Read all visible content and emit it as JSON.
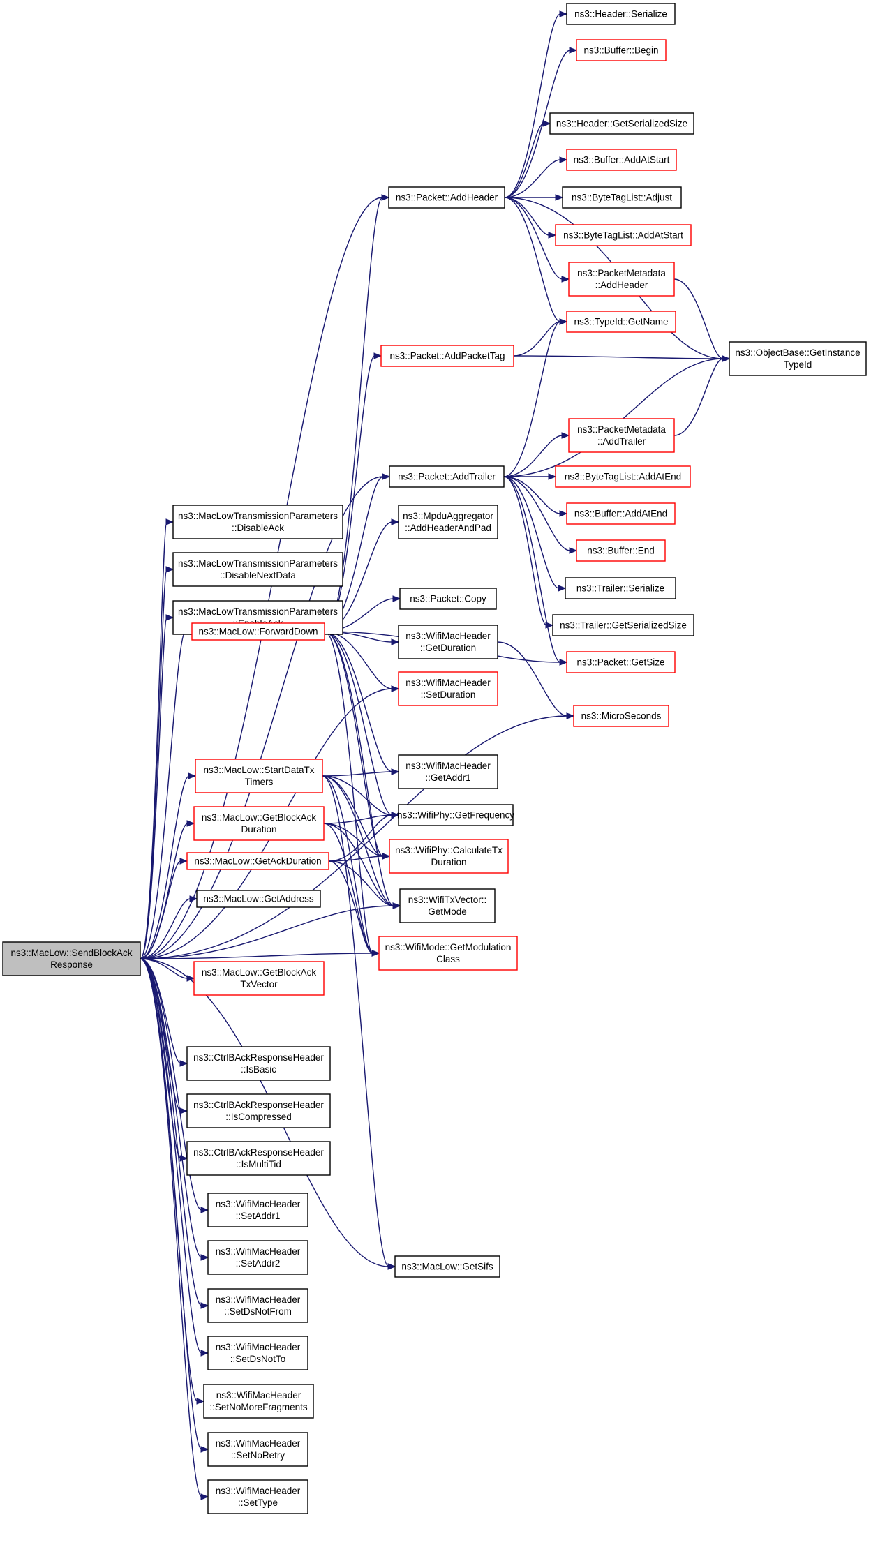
{
  "colors": {
    "edge": "#191970",
    "border_normal": "#000000",
    "border_truncated": "#ff0000",
    "root_fill": "#bfbfbf",
    "node_fill": "#ffffff"
  },
  "nodes": [
    {
      "id": "root",
      "lines": [
        "ns3::MacLow::SendBlockAck",
        "Response"
      ],
      "style": "root"
    },
    {
      "id": "hdr_serialize",
      "lines": [
        "ns3::Header::Serialize"
      ],
      "style": "normal"
    },
    {
      "id": "buf_begin",
      "lines": [
        "ns3::Buffer::Begin"
      ],
      "style": "red"
    },
    {
      "id": "hdr_getsize",
      "lines": [
        "ns3::Header::GetSerializedSize"
      ],
      "style": "normal"
    },
    {
      "id": "buf_addatstart",
      "lines": [
        "ns3::Buffer::AddAtStart"
      ],
      "style": "red"
    },
    {
      "id": "pkt_addheader",
      "lines": [
        "ns3::Packet::AddHeader"
      ],
      "style": "normal"
    },
    {
      "id": "btl_adjust",
      "lines": [
        "ns3::ByteTagList::Adjust"
      ],
      "style": "normal"
    },
    {
      "id": "btl_addatstart",
      "lines": [
        "ns3::ByteTagList::AddAtStart"
      ],
      "style": "red"
    },
    {
      "id": "pm_addheader",
      "lines": [
        "ns3::PacketMetadata",
        "::AddHeader"
      ],
      "style": "red"
    },
    {
      "id": "typeid_getname",
      "lines": [
        "ns3::TypeId::GetName"
      ],
      "style": "red"
    },
    {
      "id": "pkt_addpackettag",
      "lines": [
        "ns3::Packet::AddPacketTag"
      ],
      "style": "red"
    },
    {
      "id": "objbase_gettypeid",
      "lines": [
        "ns3::ObjectBase::GetInstance",
        "TypeId"
      ],
      "style": "normal"
    },
    {
      "id": "pm_addtrailer",
      "lines": [
        "ns3::PacketMetadata",
        "::AddTrailer"
      ],
      "style": "red"
    },
    {
      "id": "pkt_addtrailer",
      "lines": [
        "ns3::Packet::AddTrailer"
      ],
      "style": "normal"
    },
    {
      "id": "btl_addatend",
      "lines": [
        "ns3::ByteTagList::AddAtEnd"
      ],
      "style": "red"
    },
    {
      "id": "buf_addatend",
      "lines": [
        "ns3::Buffer::AddAtEnd"
      ],
      "style": "red"
    },
    {
      "id": "mltp_disableack",
      "lines": [
        "ns3::MacLowTransmissionParameters",
        "::DisableAck"
      ],
      "style": "normal"
    },
    {
      "id": "mpdu_addheaderandpad",
      "lines": [
        "ns3::MpduAggregator",
        "::AddHeaderAndPad"
      ],
      "style": "normal"
    },
    {
      "id": "buf_end",
      "lines": [
        "ns3::Buffer::End"
      ],
      "style": "red"
    },
    {
      "id": "mltp_disablenextdata",
      "lines": [
        "ns3::MacLowTransmissionParameters",
        "::DisableNextData"
      ],
      "style": "normal"
    },
    {
      "id": "trl_serialize",
      "lines": [
        "ns3::Trailer::Serialize"
      ],
      "style": "normal"
    },
    {
      "id": "pkt_copy",
      "lines": [
        "ns3::Packet::Copy"
      ],
      "style": "normal"
    },
    {
      "id": "mltp_enableack",
      "lines": [
        "ns3::MacLowTransmissionParameters",
        "::EnableAck"
      ],
      "style": "normal"
    },
    {
      "id": "trl_getsize",
      "lines": [
        "ns3::Trailer::GetSerializedSize"
      ],
      "style": "normal"
    },
    {
      "id": "wmh_getduration",
      "lines": [
        "ns3::WifiMacHeader",
        "::GetDuration"
      ],
      "style": "normal"
    },
    {
      "id": "ml_forwarddown",
      "lines": [
        "ns3::MacLow::ForwardDown"
      ],
      "style": "red"
    },
    {
      "id": "pkt_getsize",
      "lines": [
        "ns3::Packet::GetSize"
      ],
      "style": "red"
    },
    {
      "id": "wmh_setduration",
      "lines": [
        "ns3::WifiMacHeader",
        "::SetDuration"
      ],
      "style": "red"
    },
    {
      "id": "microseconds",
      "lines": [
        "ns3::MicroSeconds"
      ],
      "style": "red"
    },
    {
      "id": "ml_startdatatx",
      "lines": [
        "ns3::MacLow::StartDataTx",
        "Timers"
      ],
      "style": "red"
    },
    {
      "id": "wmh_getaddr1",
      "lines": [
        "ns3::WifiMacHeader",
        "::GetAddr1"
      ],
      "style": "normal"
    },
    {
      "id": "ml_getblockackdur",
      "lines": [
        "ns3::MacLow::GetBlockAck",
        "Duration"
      ],
      "style": "red"
    },
    {
      "id": "phy_getfreq",
      "lines": [
        "ns3::WifiPhy::GetFrequency"
      ],
      "style": "normal"
    },
    {
      "id": "ml_getackdur",
      "lines": [
        "ns3::MacLow::GetAckDuration"
      ],
      "style": "red"
    },
    {
      "id": "phy_calctxdur",
      "lines": [
        "ns3::WifiPhy::CalculateTx",
        "Duration"
      ],
      "style": "red"
    },
    {
      "id": "ml_getaddress",
      "lines": [
        "ns3::MacLow::GetAddress"
      ],
      "style": "normal"
    },
    {
      "id": "txv_getmode",
      "lines": [
        "ns3::WifiTxVector::",
        "GetMode"
      ],
      "style": "normal"
    },
    {
      "id": "wm_getmodclass",
      "lines": [
        "ns3::WifiMode::GetModulation",
        "Class"
      ],
      "style": "red"
    },
    {
      "id": "ml_getblockacktxv",
      "lines": [
        "ns3::MacLow::GetBlockAck",
        "TxVector"
      ],
      "style": "red"
    },
    {
      "id": "cbarh_isbasic",
      "lines": [
        "ns3::CtrlBAckResponseHeader",
        "::IsBasic"
      ],
      "style": "normal"
    },
    {
      "id": "cbarh_iscompressed",
      "lines": [
        "ns3::CtrlBAckResponseHeader",
        "::IsCompressed"
      ],
      "style": "normal"
    },
    {
      "id": "cbarh_ismultitid",
      "lines": [
        "ns3::CtrlBAckResponseHeader",
        "::IsMultiTid"
      ],
      "style": "normal"
    },
    {
      "id": "wmh_setaddr1",
      "lines": [
        "ns3::WifiMacHeader",
        "::SetAddr1"
      ],
      "style": "normal"
    },
    {
      "id": "wmh_setaddr2",
      "lines": [
        "ns3::WifiMacHeader",
        "::SetAddr2"
      ],
      "style": "normal"
    },
    {
      "id": "ml_getsifs",
      "lines": [
        "ns3::MacLow::GetSifs"
      ],
      "style": "normal"
    },
    {
      "id": "wmh_setdsnotfrom",
      "lines": [
        "ns3::WifiMacHeader",
        "::SetDsNotFrom"
      ],
      "style": "normal"
    },
    {
      "id": "wmh_setdsnotto",
      "lines": [
        "ns3::WifiMacHeader",
        "::SetDsNotTo"
      ],
      "style": "normal"
    },
    {
      "id": "wmh_setnomorefrag",
      "lines": [
        "ns3::WifiMacHeader",
        "::SetNoMoreFragments"
      ],
      "style": "normal"
    },
    {
      "id": "wmh_setnoretry",
      "lines": [
        "ns3::WifiMacHeader",
        "::SetNoRetry"
      ],
      "style": "normal"
    },
    {
      "id": "wmh_settype",
      "lines": [
        "ns3::WifiMacHeader",
        "::SetType"
      ],
      "style": "normal"
    }
  ],
  "edges": [
    [
      "root",
      "pkt_addheader"
    ],
    [
      "root",
      "pkt_addtrailer"
    ],
    [
      "root",
      "mltp_disableack"
    ],
    [
      "root",
      "mltp_disablenextdata"
    ],
    [
      "root",
      "mltp_enableack"
    ],
    [
      "root",
      "ml_forwarddown"
    ],
    [
      "root",
      "wmh_setduration"
    ],
    [
      "root",
      "microseconds"
    ],
    [
      "root",
      "ml_startdatatx"
    ],
    [
      "root",
      "ml_getblockackdur"
    ],
    [
      "root",
      "ml_getackdur"
    ],
    [
      "root",
      "ml_getaddress"
    ],
    [
      "root",
      "txv_getmode"
    ],
    [
      "root",
      "wm_getmodclass"
    ],
    [
      "root",
      "ml_getblockacktxv"
    ],
    [
      "root",
      "cbarh_isbasic"
    ],
    [
      "root",
      "cbarh_iscompressed"
    ],
    [
      "root",
      "cbarh_ismultitid"
    ],
    [
      "root",
      "wmh_setaddr1"
    ],
    [
      "root",
      "wmh_setaddr2"
    ],
    [
      "root",
      "wmh_setdsnotfrom"
    ],
    [
      "root",
      "wmh_setdsnotto"
    ],
    [
      "root",
      "wmh_setnomorefrag"
    ],
    [
      "root",
      "wmh_setnoretry"
    ],
    [
      "root",
      "wmh_settype"
    ],
    [
      "root",
      "ml_getsifs"
    ],
    [
      "pkt_addheader",
      "hdr_serialize"
    ],
    [
      "pkt_addheader",
      "buf_begin"
    ],
    [
      "pkt_addheader",
      "objbase_gettypeid"
    ],
    [
      "pkt_addheader",
      "hdr_getsize"
    ],
    [
      "pkt_addheader",
      "buf_addatstart"
    ],
    [
      "pkt_addheader",
      "btl_adjust"
    ],
    [
      "pkt_addheader",
      "btl_addatstart"
    ],
    [
      "pkt_addheader",
      "pm_addheader"
    ],
    [
      "pkt_addheader",
      "typeid_getname"
    ],
    [
      "pm_addheader",
      "objbase_gettypeid"
    ],
    [
      "pkt_addpackettag",
      "typeid_getname"
    ],
    [
      "pkt_addpackettag",
      "objbase_gettypeid"
    ],
    [
      "pm_addtrailer",
      "objbase_gettypeid"
    ],
    [
      "pkt_addtrailer",
      "typeid_getname"
    ],
    [
      "pkt_addtrailer",
      "objbase_gettypeid"
    ],
    [
      "pkt_addtrailer",
      "pm_addtrailer"
    ],
    [
      "pkt_addtrailer",
      "btl_addatend"
    ],
    [
      "pkt_addtrailer",
      "buf_addatend"
    ],
    [
      "pkt_addtrailer",
      "buf_end"
    ],
    [
      "pkt_addtrailer",
      "trl_serialize"
    ],
    [
      "pkt_addtrailer",
      "trl_getsize"
    ],
    [
      "pkt_addtrailer",
      "pkt_getsize"
    ],
    [
      "ml_forwarddown",
      "pkt_addheader"
    ],
    [
      "ml_forwarddown",
      "pkt_addpackettag"
    ],
    [
      "ml_forwarddown",
      "pkt_addtrailer"
    ],
    [
      "ml_forwarddown",
      "mpdu_addheaderandpad"
    ],
    [
      "ml_forwarddown",
      "pkt_copy"
    ],
    [
      "ml_forwarddown",
      "wmh_getduration"
    ],
    [
      "ml_forwarddown",
      "pkt_getsize"
    ],
    [
      "ml_forwarddown",
      "wmh_setduration"
    ],
    [
      "ml_forwarddown",
      "wmh_getaddr1"
    ],
    [
      "ml_forwarddown",
      "phy_getfreq"
    ],
    [
      "ml_forwarddown",
      "phy_calctxdur"
    ],
    [
      "ml_forwarddown",
      "txv_getmode"
    ],
    [
      "ml_forwarddown",
      "wm_getmodclass"
    ],
    [
      "wmh_getduration",
      "microseconds"
    ],
    [
      "ml_startdatatx",
      "wmh_getaddr1"
    ],
    [
      "ml_startdatatx",
      "phy_getfreq"
    ],
    [
      "ml_startdatatx",
      "phy_calctxdur"
    ],
    [
      "ml_startdatatx",
      "txv_getmode"
    ],
    [
      "ml_startdatatx",
      "wm_getmodclass"
    ],
    [
      "ml_startdatatx",
      "ml_getsifs"
    ],
    [
      "ml_getblockackdur",
      "phy_getfreq"
    ],
    [
      "ml_getblockackdur",
      "phy_calctxdur"
    ],
    [
      "ml_getblockackdur",
      "txv_getmode"
    ],
    [
      "ml_getblockackdur",
      "wm_getmodclass"
    ],
    [
      "ml_getackdur",
      "phy_getfreq"
    ],
    [
      "ml_getackdur",
      "phy_calctxdur"
    ],
    [
      "ml_getackdur",
      "txv_getmode"
    ],
    [
      "ml_getackdur",
      "wm_getmodclass"
    ]
  ]
}
